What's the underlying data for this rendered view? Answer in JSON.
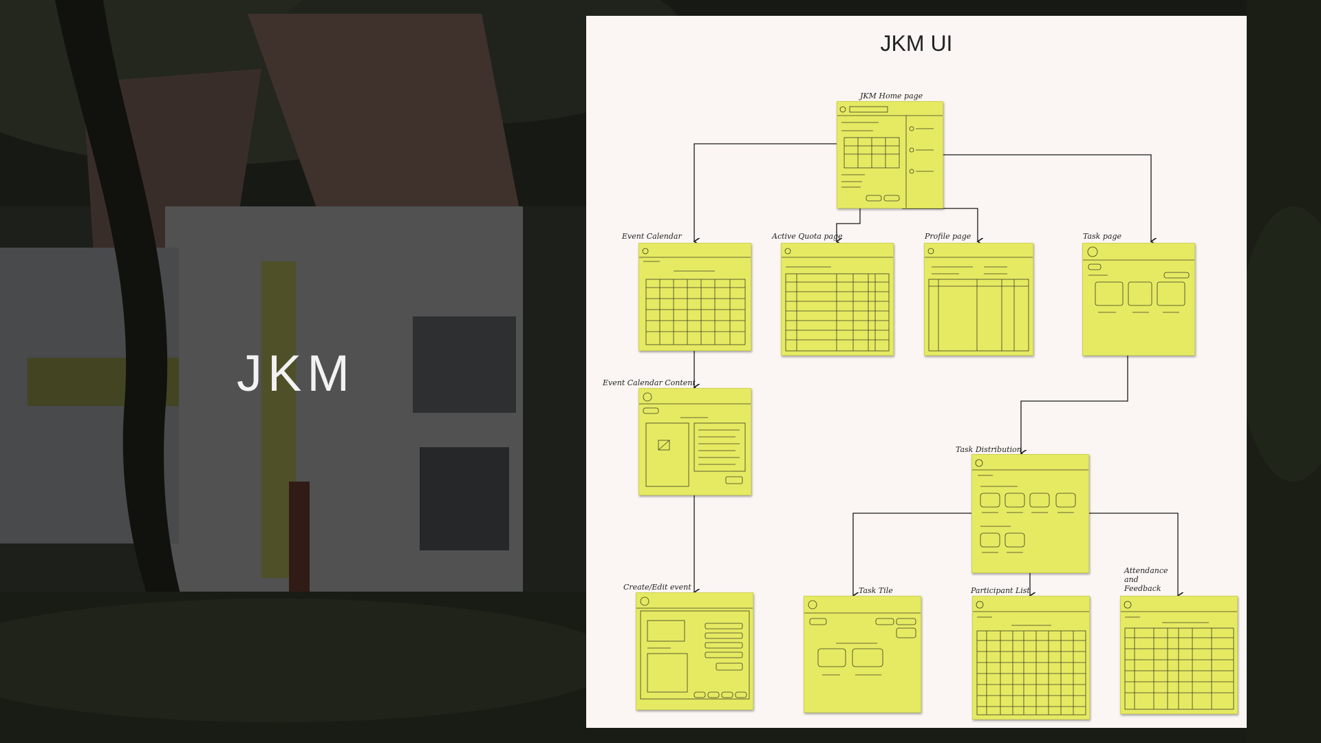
{
  "background": {
    "title": "JKM"
  },
  "panel": {
    "title": "JKM UI"
  },
  "pages": {
    "home": "JKM Home page",
    "event_calendar": "Event Calendar",
    "active_quota": "Active Quota page",
    "profile": "Profile page",
    "task": "Task page",
    "event_calendar_content": "Event Calendar Content",
    "task_distribution": "Task Distribution",
    "create_edit_event": "Create/Edit event",
    "task_tile": "Task Tile",
    "participant_list": "Participant List",
    "attendance_feedback": "Attendance and Feedback"
  },
  "colors": {
    "sticky_note": "#e6ea63",
    "panel": "#fbf6f3",
    "connector": "#1a1a1a"
  }
}
